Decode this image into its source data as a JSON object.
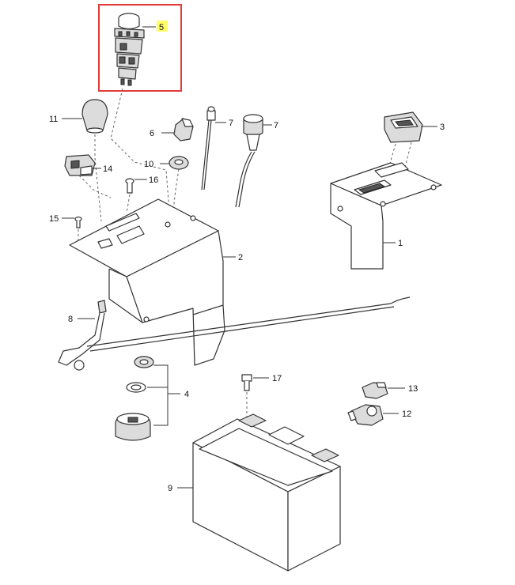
{
  "colors": {
    "highlight_box": "#e03a3a",
    "highlight_label_bg": "#ffff66",
    "line": "#333333",
    "part_fill": "#dcdcdc"
  },
  "callouts": {
    "c1": "1",
    "c2": "2",
    "c3": "3",
    "c4": "4",
    "c5": "5",
    "c6": "6",
    "c7a": "7",
    "c7b": "7",
    "c8": "8",
    "c9": "9",
    "c10": "10",
    "c11": "11",
    "c12": "12",
    "c13": "13",
    "c14": "14",
    "c15": "15",
    "c16": "16",
    "c17": "17"
  },
  "highlighted_part": "5"
}
